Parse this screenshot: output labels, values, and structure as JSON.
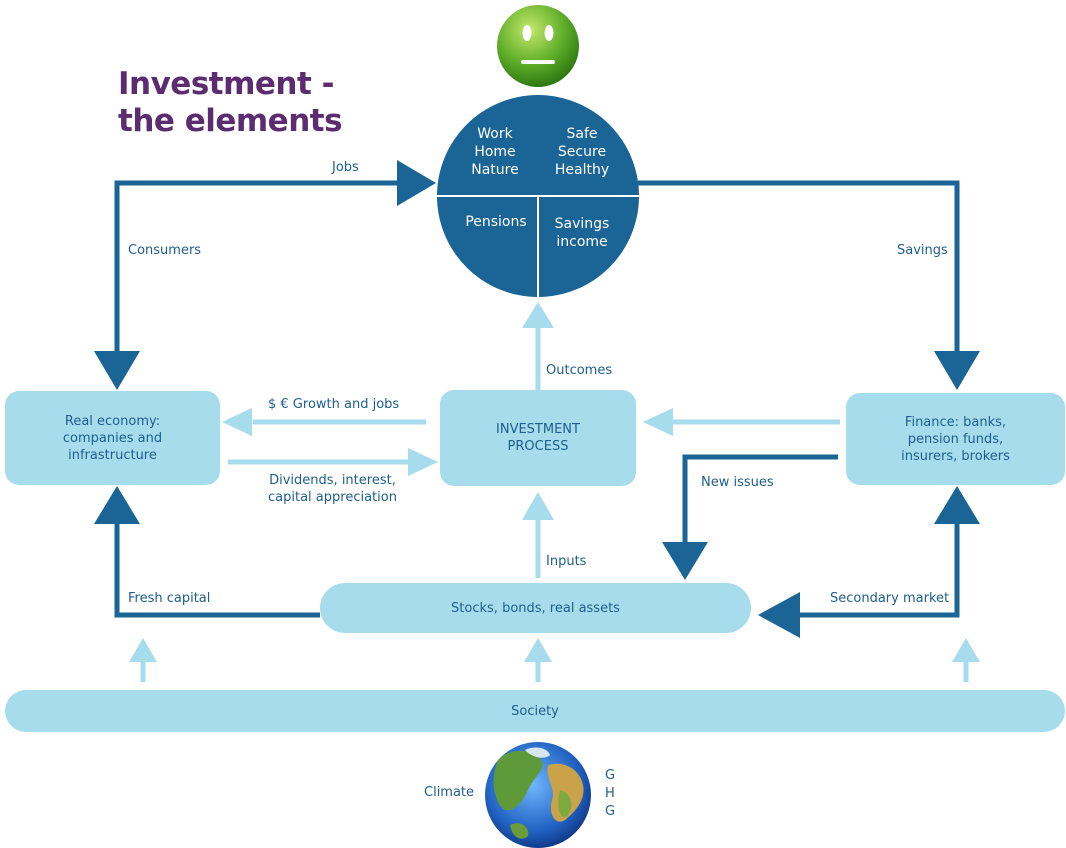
{
  "title": {
    "line1": "Investment -",
    "line2": "the elements"
  },
  "circle": {
    "top_left": [
      "Work",
      "Home",
      "Nature"
    ],
    "top_right": [
      "Safe",
      "Secure",
      "Healthy"
    ],
    "bottom_left": [
      "Pensions"
    ],
    "bottom_right": [
      "Savings",
      "income"
    ]
  },
  "boxes": {
    "real_economy": [
      "Real economy:",
      "companies and",
      "infrastructure"
    ],
    "investment_process": [
      "INVESTMENT",
      "PROCESS"
    ],
    "finance": [
      "Finance: banks,",
      "pension funds,",
      "insurers, brokers"
    ],
    "stocks": "Stocks, bonds, real assets",
    "society": "Society"
  },
  "flows": {
    "jobs": "Jobs",
    "consumers": "Consumers",
    "savings": "Savings",
    "outcomes": "Outcomes",
    "growth_jobs": "$ € Growth and jobs",
    "dividends": [
      "Dividends, interest,",
      "capital appreciation"
    ],
    "new_issues": "New issues",
    "inputs": "Inputs",
    "fresh_capital": "Fresh capital",
    "secondary_market": "Secondary market"
  },
  "climate": {
    "label": "Climate",
    "ghg": [
      "G",
      "H",
      "G"
    ]
  },
  "colors": {
    "dark_blue": "#1a6496",
    "light_blue": "#a6dcec",
    "title_purple": "#5b2c6f",
    "text_blue": "#1f5e8c"
  }
}
